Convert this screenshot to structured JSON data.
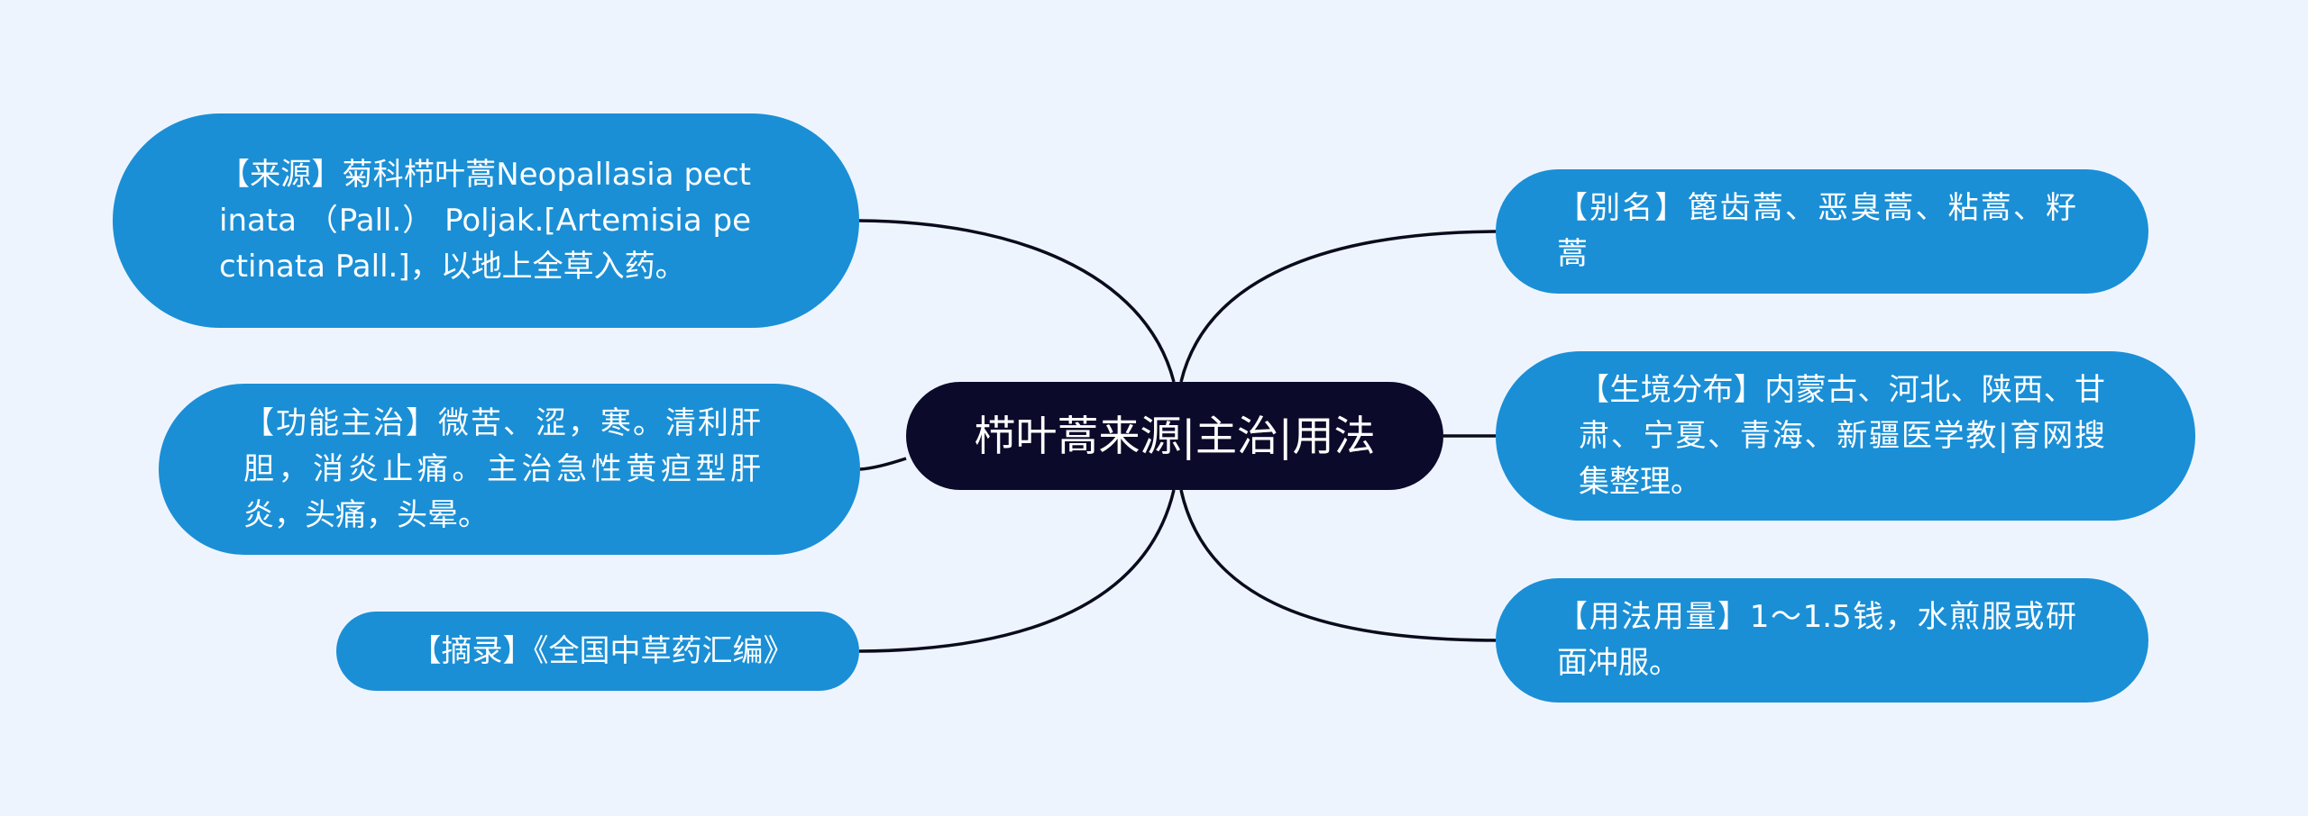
{
  "center": {
    "title": "栉叶蒿来源|主治|用法"
  },
  "nodes": {
    "source": "【来源】菊科栉叶蒿Neopallasia pectinata （Pall.） Poljak.[Artemisia pectinata Pall.]，以地上全草入药。",
    "function": "【功能主治】微苦、涩，寒。清利肝胆，消炎止痛。主治急性黄疸型肝炎，头痛，头晕。",
    "excerpt": "【摘录】《全国中草药汇编》",
    "alias": "【别名】篦齿蒿、恶臭蒿、粘蒿、籽蒿",
    "habitat": "【生境分布】内蒙古、河北、陕西、甘肃、宁夏、青海、新疆医学教|育网搜集整理。",
    "usage": "【用法用量】1～1.5钱，水煎服或研面冲服。"
  },
  "colors": {
    "background": "#eef4fe",
    "center_fill": "#0c0a2a",
    "node_fill": "#1a8fd6",
    "connector": "#0b0b1e",
    "text": "#ffffff"
  }
}
